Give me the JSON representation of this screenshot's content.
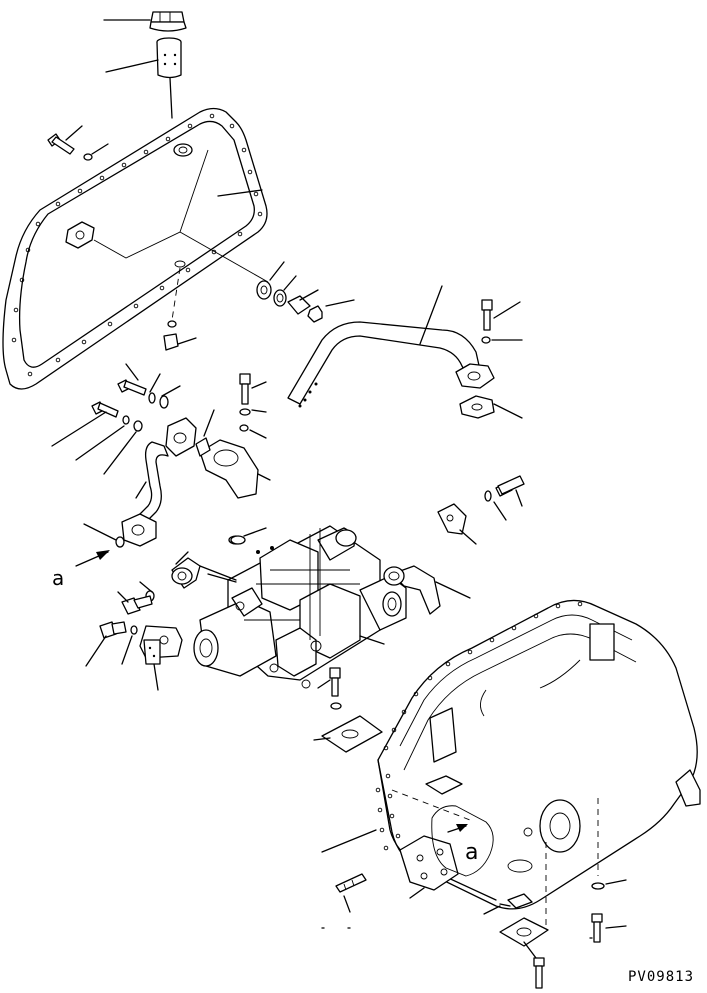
{
  "diagram": {
    "reference_label": "a",
    "inset_reference_label": "a",
    "figure_number": "PV09813"
  }
}
